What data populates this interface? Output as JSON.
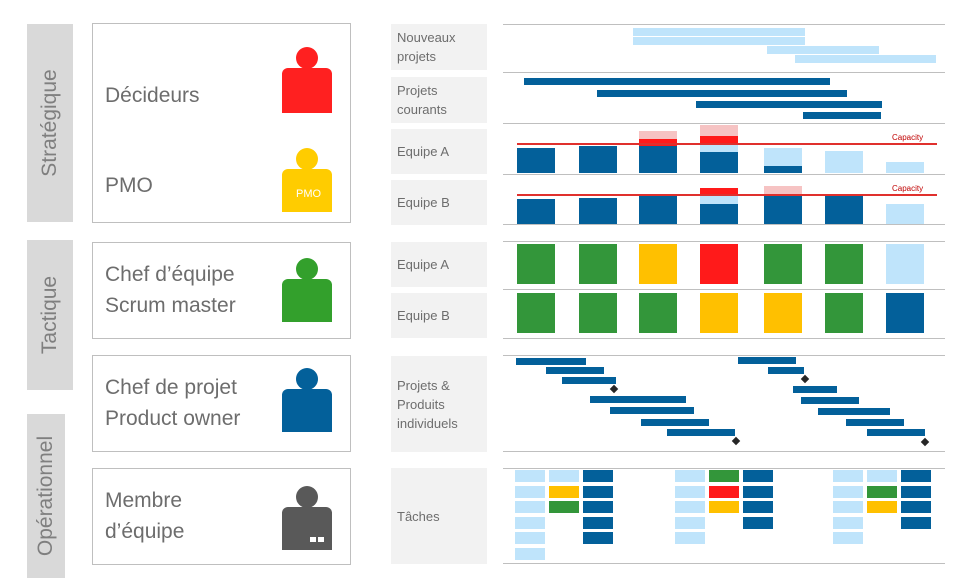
{
  "levels": {
    "strategic": "Stratégique",
    "tactical": "Tactique",
    "operational": "Opérationnel"
  },
  "roles": {
    "decideurs": "Décideurs",
    "pmo": "PMO",
    "pmo_badge": "PMO",
    "chef_equipe_1": "Chef d’équipe",
    "chef_equipe_2": "Scrum master",
    "chef_projet_1": "Chef de projet",
    "chef_projet_2": "Product owner",
    "membre_1": "Membre",
    "membre_2": "d’équipe"
  },
  "row_labels": {
    "nouveaux_projets": "Nouveaux projets",
    "projets_courants": "Projets courants",
    "equipe_a": "Equipe A",
    "equipe_b": "Equipe B",
    "tactical_equipe_a": "Equipe A",
    "tactical_equipe_b": "Equipe B",
    "projets_produits": "Projets & Produits individuels",
    "taches": "Tâches"
  },
  "capacity_label": "Capacity",
  "colors": {
    "dark_blue": "#03609a",
    "light_blue": "#bfe4fb",
    "red": "#ff1a1a",
    "pink": "#f6c3c3",
    "green": "#33963a",
    "yellow": "#ffc000",
    "band_gray": "#d9d9d9",
    "label_gray": "#f2f2f2",
    "person_red": "#ff2020",
    "person_yellow": "#ffcc00",
    "person_green": "#33a02c",
    "person_blue": "#03609a",
    "person_gray": "#595959"
  },
  "tactical_status": {
    "equipe_a": [
      "green",
      "green",
      "yellow",
      "red",
      "green",
      "green",
      "light_blue"
    ],
    "equipe_b": [
      "green",
      "green",
      "green",
      "yellow",
      "yellow",
      "green",
      "dark_blue"
    ]
  }
}
